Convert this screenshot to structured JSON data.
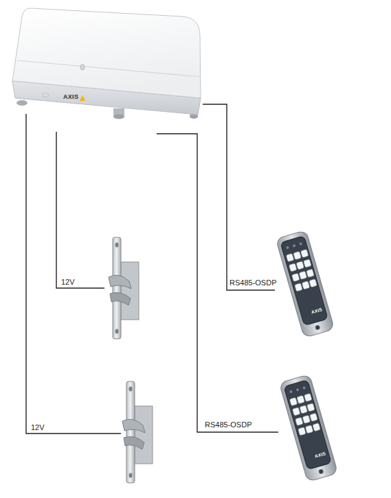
{
  "diagram": {
    "nodes": [
      {
        "text": [
          "AXIS"
        ]
      },
      {
        "text": [
          "AXIS"
        ]
      },
      {
        "text": [
          "AXIS"
        ]
      }
    ],
    "edges": [
      {
        "from": 0,
        "to": 1,
        "arrow": "none",
        "label": "RS485-OSDP"
      },
      {
        "from": 0,
        "to": 2,
        "arrow": "none",
        "label": "RS485-OSDP"
      }
    ],
    "labels": [
      "12V",
      "12V"
    ]
  }
}
